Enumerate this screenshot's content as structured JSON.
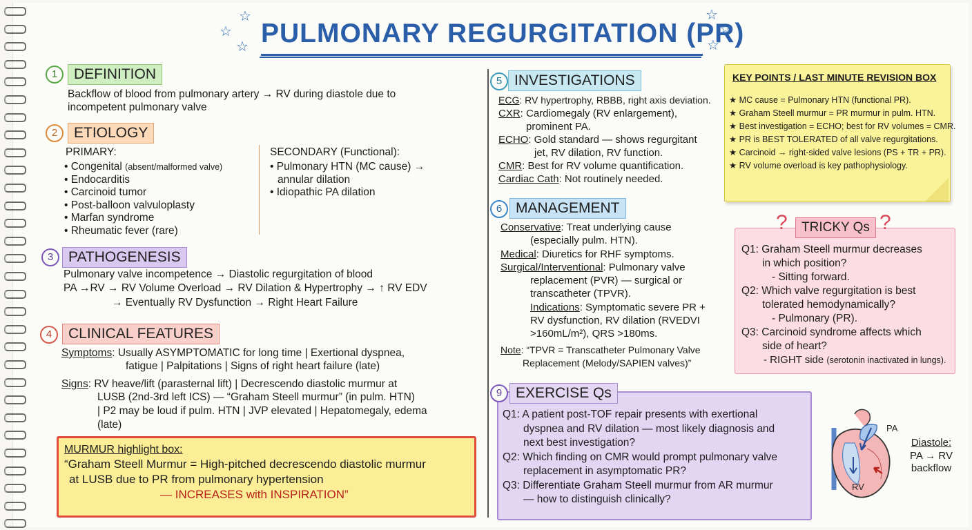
{
  "title": "PULMONARY REGURGITATION (PR)",
  "sections": {
    "definition": {
      "num": "1",
      "heading": "DEFINITION",
      "lines": [
        "Backflow of blood from pulmonary artery → RV during diastole due to",
        "incompetent pulmonary valve"
      ]
    },
    "etiology": {
      "num": "2",
      "heading": "ETIOLOGY",
      "primary_label": "PRIMARY:",
      "primary_items": [
        "• Congenital (absent/malformed valve)",
        "• Endocarditis",
        "• Carcinoid tumor",
        "• Post-balloon valvuloplasty",
        "• Marfan syndrome",
        "• Rheumatic fever (rare)"
      ],
      "secondary_label": "SECONDARY (Functional):",
      "secondary_items": [
        "• Pulmonary HTN (MC cause) →",
        "annular dilation",
        "• Idiopathic PA dilation"
      ]
    },
    "pathogenesis": {
      "num": "3",
      "heading": "PATHOGENESIS",
      "lines": [
        "Pulmonary valve incompetence → Diastolic regurgitation of blood",
        "PA →RV → RV Volume Overload → RV Dilation & Hypertrophy → ↑ RV EDV",
        "→ Eventually RV Dysfunction → Right Heart Failure"
      ]
    },
    "clinical": {
      "num": "4",
      "heading": "CLINICAL FEATURES",
      "symptoms_label": "Symptoms",
      "symptoms_lines": [
        ": Usually ASYMPTOMATIC for long time | Exertional dyspnea,",
        "fatigue | Palpitations | Signs of right heart failure (late)"
      ],
      "signs_label": "Signs",
      "signs_lines": [
        ": RV heave/lift (parasternal lift) | Decrescendo diastolic murmur at",
        "LUSB  (2nd-3rd left ICS) — “Graham Steell murmur” (in pulm. HTN)",
        "| P2 may be loud if pulm. HTN | JVP elevated | Hepatomegaly, edema",
        "(late)"
      ]
    },
    "murmur_box": {
      "heading": "MURMUR highlight box:",
      "lines": [
        "“Graham Steell Murmur = High-pitched decrescendo diastolic murmur",
        "at LUSB due to PR from pulmonary hypertension",
        "— INCREASES with INSPIRATION”"
      ]
    },
    "investigations": {
      "num": "5",
      "heading": "INVESTIGATIONS",
      "items": [
        {
          "label": "ECG",
          "text": ": RV hypertrophy, RBBB, right axis deviation."
        },
        {
          "label": "CXR",
          "text": ": Cardiomegaly (RV enlargement),"
        },
        {
          "label": "",
          "text": "prominent PA."
        },
        {
          "label": "ECHO",
          "text": ": Gold standard — shows regurgitant"
        },
        {
          "label": "",
          "text": "jet, RV dilation, RV function."
        },
        {
          "label": "CMR",
          "text": ": Best for RV volume quantification."
        },
        {
          "label": "Cardiac Cath",
          "text": ": Not routinely needed."
        }
      ]
    },
    "management": {
      "num": "6",
      "heading": "MANAGEMENT",
      "conservative_label": "Conservative",
      "conservative_lines": [
        ": Treat underlying cause",
        "(especially pulm. HTN)."
      ],
      "medical_label": "Medical",
      "medical_text": ": Diuretics for RHF symptoms.",
      "surgical_label": "Surgical/Interventional",
      "surgical_lines": [
        ": Pulmonary valve",
        "replacement (PVR) — surgical or",
        "transcatheter (TPVR)."
      ],
      "indications_label": "Indications",
      "indications_lines": [
        ": Symptomatic severe PR +",
        "RV dysfunction, RV dilation (RVEDVI",
        ">160mL/m²), QRS >180ms."
      ],
      "note_label": "Note",
      "note_lines": [
        ": “TPVR = Transcatheter Pulmonary Valve",
        "Replacement (Melody/SAPIEN valves)”"
      ]
    },
    "exercise": {
      "num": "9",
      "heading": "EXERCISE Qs",
      "lines": [
        "Q1: A patient post-TOF repair presents with exertional",
        "dyspnea and RV dilation — most likely diagnosis and",
        "next best investigation?",
        "Q2: Which finding on CMR would prompt pulmonary valve",
        "replacement in asymptomatic PR?",
        "Q3: Differentiate Graham Steell murmur from AR murmur",
        "— how to distinguish clinically?"
      ]
    },
    "key_points": {
      "heading": "KEY POINTS / LAST MINUTE REVISION BOX",
      "items": [
        "★ MC cause = Pulmonary HTN (functional PR).",
        "★ Graham Steell murmur = PR murmur in pulm. HTN.",
        "★ Best investigation = ECHO; best for RV volumes = CMR.",
        "★ PR is BEST TOLERATED of all valve regurgitations.",
        "★ Carcinoid → right-sided valve lesions (PS + TR + PR).",
        "★ RV volume overload is key pathophysiology."
      ]
    },
    "tricky": {
      "heading": "TRICKY Qs",
      "qmark": "?",
      "lines": [
        "Q1: Graham Steell murmur decreases",
        "in which position?",
        "- Sitting forward.",
        "Q2: Which valve regurgitation is best",
        "tolerated hemodynamically?",
        "- Pulmonary (PR).",
        "Q3: Carcinoid syndrome affects which",
        "side of heart?"
      ],
      "last_line_main": "- RIGHT side ",
      "last_line_small": "(serotonin inactivated in lungs)."
    },
    "heart": {
      "label_pa": "PA",
      "label_rv": "RV",
      "caption": [
        "Diastole:",
        "PA → RV",
        "backflow"
      ]
    }
  },
  "colors": {
    "title": "#2a5ea8",
    "definition": "#cfeec1",
    "etiology": "#fcd9b8",
    "pathogenesis": "#d9c8f0",
    "clinical": "#f9cfc9",
    "investigations": "#c8e8f2",
    "management": "#c8e3f5",
    "exercise": "#e3d6f3",
    "key_points": "#fbf39a",
    "tricky": "#fbdde3",
    "murmur": "#fbee96"
  }
}
